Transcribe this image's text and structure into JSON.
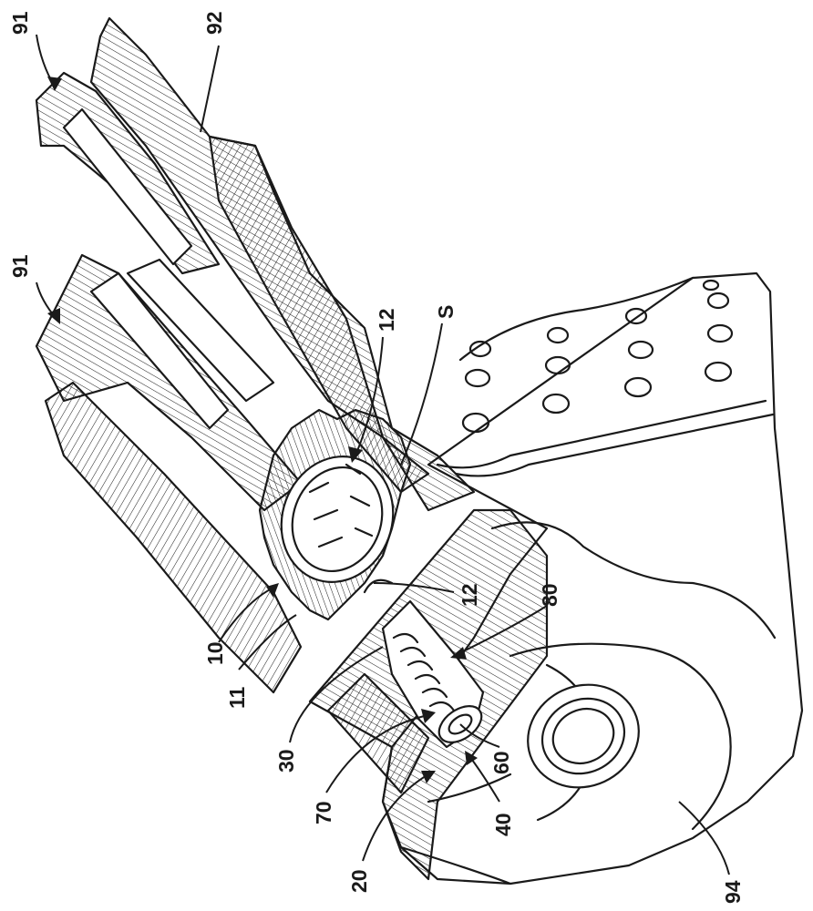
{
  "labels": {
    "l91a": "91",
    "l92": "92",
    "l91b": "91",
    "l12a": "12",
    "lS": "S",
    "l12b": "12",
    "l80": "80",
    "l10": "10",
    "l11": "11",
    "l30": "30",
    "l60": "60",
    "l70": "70",
    "l40": "40",
    "l20": "20",
    "l94": "94"
  }
}
